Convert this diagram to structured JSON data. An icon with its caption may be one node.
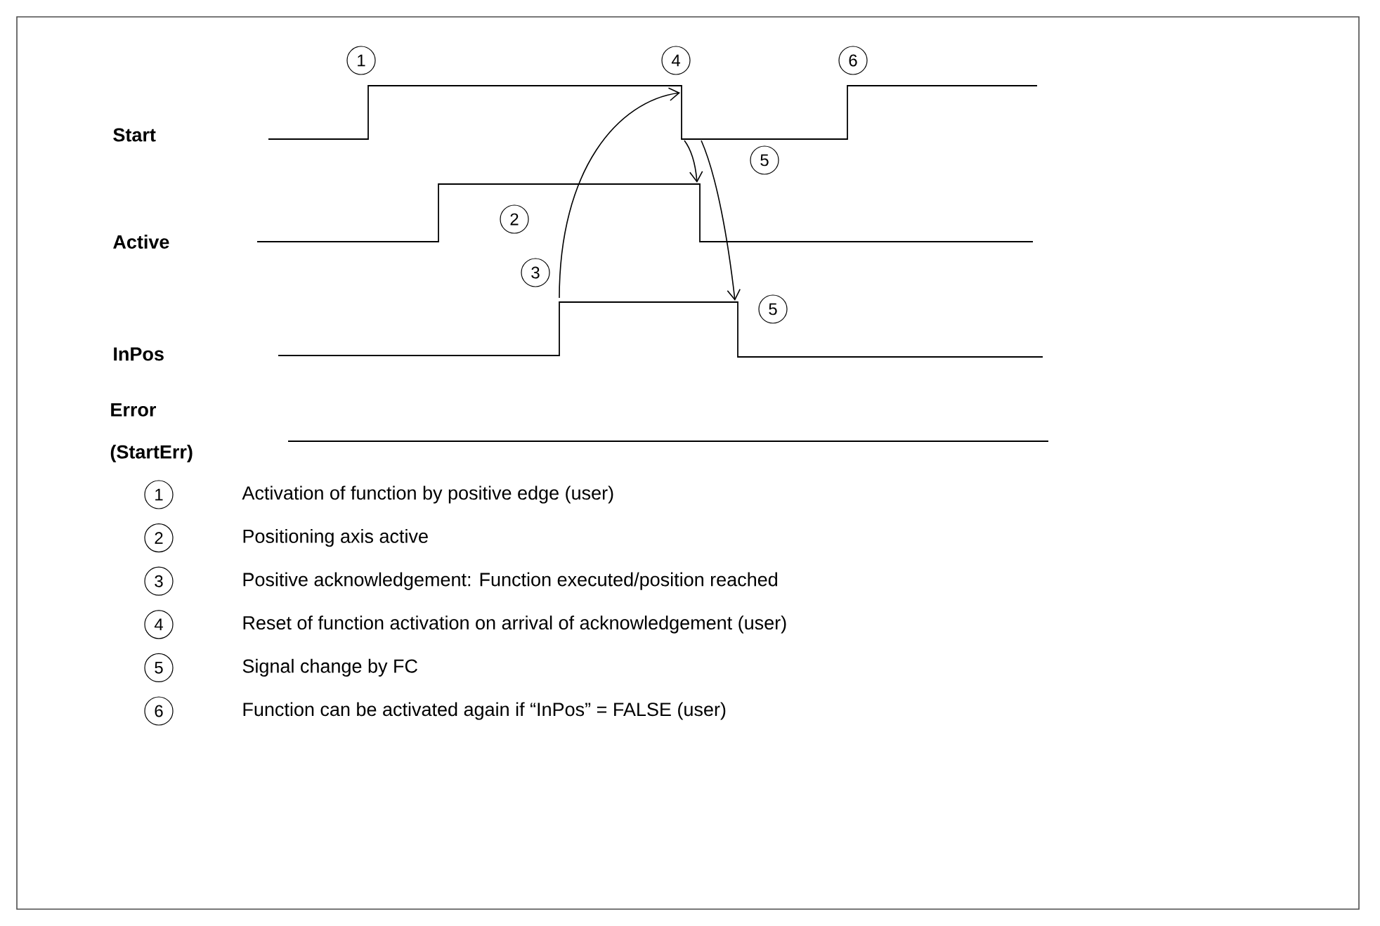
{
  "diagram": {
    "labels": [
      "1",
      "4",
      "6",
      "Start",
      "5",
      "2",
      "Active",
      "3",
      "5",
      "InPos",
      "Error (StartErr)",
      "1",
      "Activation of function by positive edge (user)",
      "2",
      "Positioning axis active",
      "3",
      "Positive acknowledgement: Function executed/position reached",
      "4",
      "Reset of function activation on arrival of acknowledgement (user)",
      "5",
      "Signal change by FC",
      "6",
      "Function can be activated again if “InPos” = FALSE (user)"
    ]
  }
}
